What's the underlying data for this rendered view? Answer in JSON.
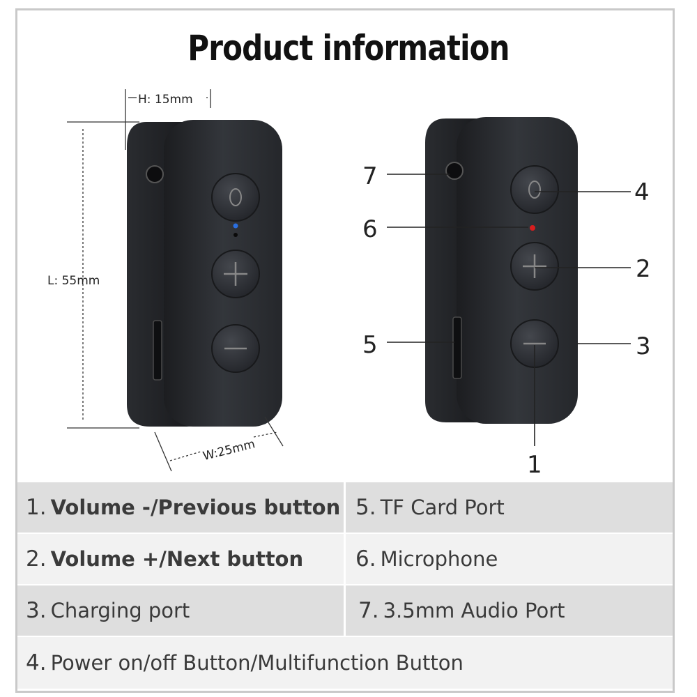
{
  "title": "Product information",
  "dimensions": {
    "height_label": "H:  15mm",
    "length_label": "L:  55mm",
    "width_label": "W:25mm"
  },
  "callouts": [
    "7",
    "6",
    "5",
    "4",
    "2",
    "3",
    "1"
  ],
  "colors": {
    "led_blue": "#2a6fe0",
    "led_red": "#d81e1e",
    "device_body": "#2b2d31"
  },
  "features": [
    {
      "num": "1.",
      "label": "Volume -/Previous button"
    },
    {
      "num": "5.",
      "label": "TF Card Port"
    },
    {
      "num": "2.",
      "label": "Volume +/Next button"
    },
    {
      "num": "6.",
      "label": "Microphone"
    },
    {
      "num": "3.",
      "label": "Charging port"
    },
    {
      "num": "7.",
      "label": "3.5mm Audio Port"
    },
    {
      "num": "4.",
      "label": "Power on/off Button/Multifunction Button"
    }
  ]
}
